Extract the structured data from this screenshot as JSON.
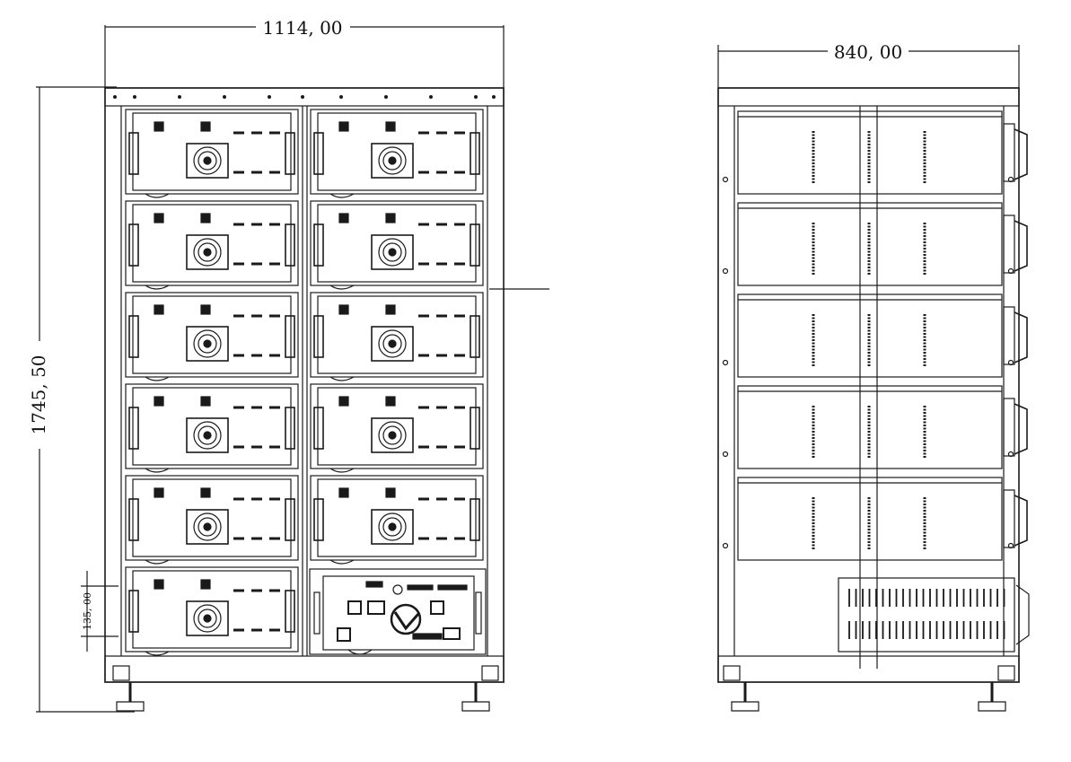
{
  "drawing": {
    "front_view": {
      "width_dim": "1114, 00",
      "height_dim": "1745, 50",
      "module_dim": "135, 00",
      "module_rows": 6,
      "module_cols": 2
    },
    "side_view": {
      "width_dim": "840, 00",
      "module_rows": 5
    },
    "colors": {
      "line": "#1a1a1a",
      "background": "#ffffff"
    }
  }
}
